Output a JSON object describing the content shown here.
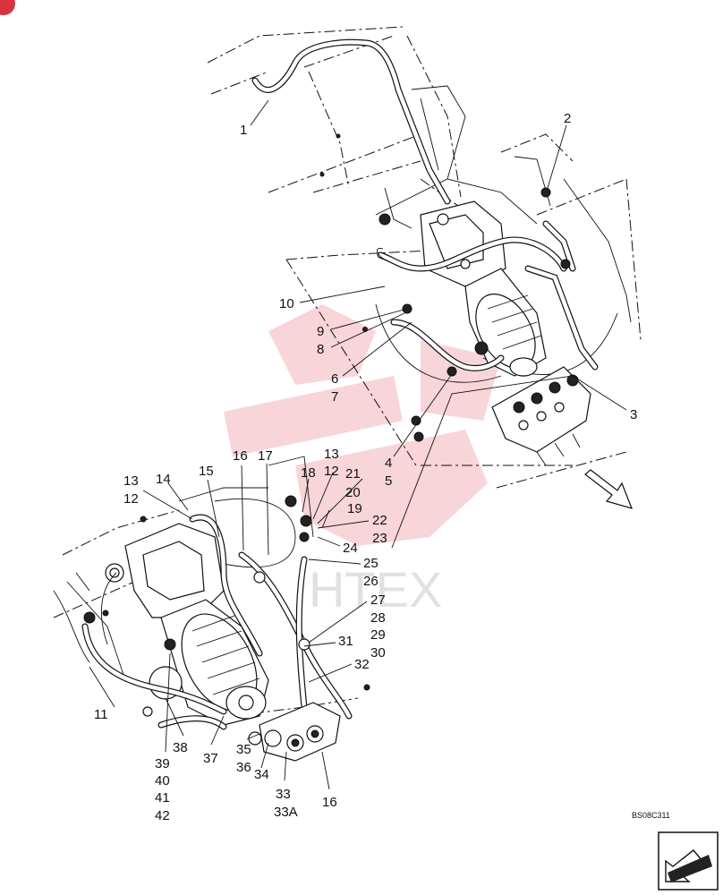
{
  "drawing_code": "BS08C311",
  "callouts": [
    {
      "text": "1"
    },
    {
      "text": "2"
    },
    {
      "text": "3"
    },
    {
      "text": "10"
    },
    {
      "text": "9"
    },
    {
      "text": "8"
    },
    {
      "text": "6"
    },
    {
      "text": "7"
    },
    {
      "text": "4"
    },
    {
      "text": "5"
    },
    {
      "text": "13"
    },
    {
      "text": "12"
    },
    {
      "text": "14"
    },
    {
      "text": "15"
    },
    {
      "text": "16"
    },
    {
      "text": "17"
    },
    {
      "text": "18"
    },
    {
      "text": "13"
    },
    {
      "text": "12"
    },
    {
      "text": "21"
    },
    {
      "text": "20"
    },
    {
      "text": "19"
    },
    {
      "text": "22"
    },
    {
      "text": "23"
    },
    {
      "text": "24"
    },
    {
      "text": "25"
    },
    {
      "text": "26"
    },
    {
      "text": "27"
    },
    {
      "text": "28"
    },
    {
      "text": "29"
    },
    {
      "text": "30"
    },
    {
      "text": "31"
    },
    {
      "text": "32"
    },
    {
      "text": "11"
    },
    {
      "text": "38"
    },
    {
      "text": "37"
    },
    {
      "text": "35"
    },
    {
      "text": "36"
    },
    {
      "text": "34"
    },
    {
      "text": "39"
    },
    {
      "text": "40"
    },
    {
      "text": "41"
    },
    {
      "text": "42"
    },
    {
      "text": "33"
    },
    {
      "text": "33A"
    },
    {
      "text": "16"
    }
  ],
  "watermark_text": "HTEX",
  "icons": [
    "orientation-arrow-icon",
    "corner-nav-icon"
  ],
  "colors": {
    "ink": "#111111",
    "watermark": "#e9878f",
    "corner_badge": "#d8333f"
  }
}
